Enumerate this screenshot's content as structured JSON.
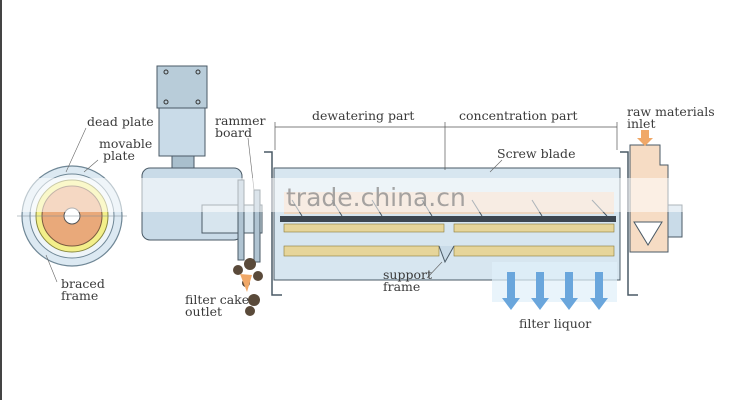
{
  "labels": {
    "dead_plate": "dead plate",
    "movable_plate_1": "movable",
    "movable_plate_2": "plate",
    "braced_frame_1": "braced",
    "braced_frame_2": "frame",
    "rammer_board_1": "rammer",
    "rammer_board_2": "board",
    "dewatering_part": "dewatering part",
    "concentration_part": "concentration part",
    "raw_materials_inlet_1": "raw materials",
    "raw_materials_inlet_2": "inlet",
    "screw_blade": "Screw blade",
    "support_frame_1": "support",
    "support_frame_2": "frame",
    "filter_cake_outlet_1": "filter cake",
    "filter_cake_outlet_2": "outlet",
    "filter_liquor": "filter liquor"
  },
  "watermark": "trade.china.cn",
  "colors": {
    "steel": "#c9dbe8",
    "outline": "#4a5a66",
    "sludge": "#f2c9a4",
    "screen": "#d8c27a",
    "liquor_arrow": "#6aa6dc",
    "cake": "#5a4a3a",
    "inlet_arrow": "#f0a868"
  }
}
